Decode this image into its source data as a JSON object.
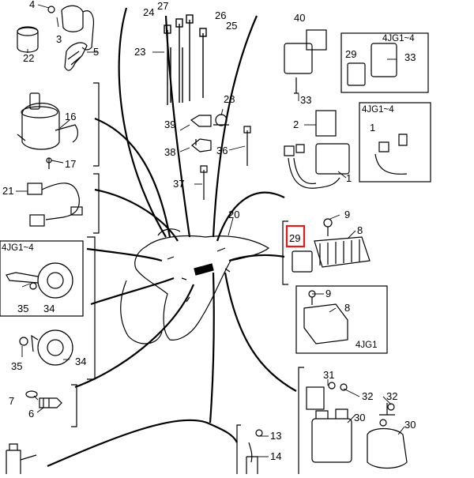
{
  "diagram": {
    "highlight_color": "#e0191b",
    "highlighted_callout": "29",
    "callouts": [
      "1",
      "2",
      "3",
      "4",
      "5",
      "6",
      "7",
      "8",
      "9",
      "13",
      "14",
      "16",
      "17",
      "20",
      "21",
      "22",
      "23",
      "24",
      "25",
      "26",
      "27",
      "28",
      "29",
      "30",
      "31",
      "32",
      "33",
      "34",
      "35",
      "36",
      "37",
      "38",
      "39",
      "40"
    ],
    "model_labels": {
      "top_right_box": "4JG1~4",
      "right_wires_box": "4JG1~4",
      "left_horn_box": "4JG1~4",
      "rectifier_box": "4JG1"
    },
    "labels": {
      "n4": "4",
      "n22": "22",
      "n3": "3",
      "n5": "5",
      "n16": "16",
      "n17": "17",
      "n21": "21",
      "n35a": "35",
      "n34a": "34",
      "n35b": "35",
      "n34b": "34",
      "n7": "7",
      "n6": "6",
      "n24": "24",
      "n27": "27",
      "n26": "26",
      "n25": "25",
      "n23": "23",
      "n28": "28",
      "n39": "39",
      "n38": "38",
      "n36": "36",
      "n37": "37",
      "n20": "20",
      "n40": "40",
      "n33a": "33",
      "n29a": "29",
      "n33b": "33",
      "n2": "2",
      "n1a": "1",
      "n1b": "1",
      "n9a": "9",
      "n8a": "8",
      "n29_hl": "29",
      "n9b": "9",
      "n8b": "8",
      "n31": "31",
      "n32a": "32",
      "n32b": "32",
      "n30a": "30",
      "n30b": "30",
      "n13": "13",
      "n14": "14"
    }
  }
}
